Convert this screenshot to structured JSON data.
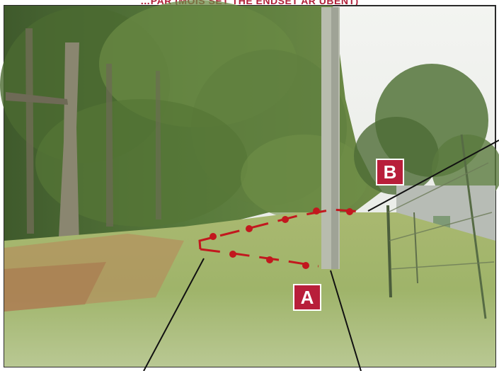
{
  "caption": {
    "text": "…PAR (MOIS SET THE ENDSET AR UBENT)"
  },
  "markers": {
    "a": {
      "label": "A"
    },
    "b": {
      "label": "B"
    }
  },
  "colors": {
    "marker_fill": "#b81e3a",
    "boundary_line": "#c2181e",
    "caption": "#b0203a",
    "pointer_line": "#111111"
  }
}
